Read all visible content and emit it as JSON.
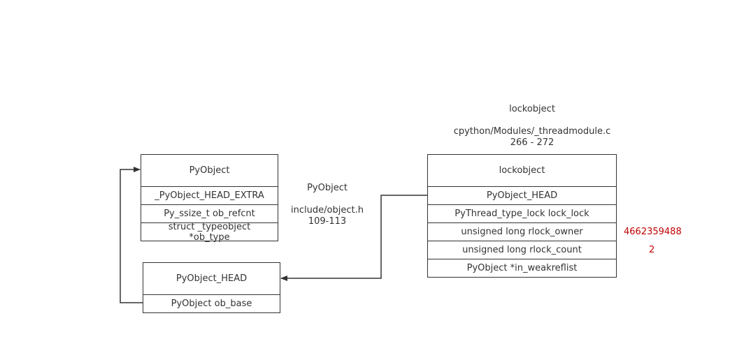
{
  "pyobject_box": {
    "header": "PyObject",
    "rows": [
      "_PyObject_HEAD_EXTRA",
      "Py_ssize_t ob_refcnt",
      "struct _typeobject\n*ob_type"
    ]
  },
  "pyobject_head_box": {
    "header": "PyObject_HEAD",
    "rows": [
      "PyObject ob_base"
    ]
  },
  "lockobject_box": {
    "header": "lockobject",
    "rows": [
      "PyObject_HEAD",
      "PyThread_type_lock lock_lock",
      "unsigned long rlock_owner",
      "unsigned long rlock_count",
      "PyObject *in_weakreflist"
    ]
  },
  "pyobject_label": {
    "name": "PyObject",
    "file": "include/object.h",
    "lines": "109-113"
  },
  "lockobject_label": {
    "name": "lockobject",
    "file": "cpython/Modules/_threadmodule.c",
    "lines": "266 - 272"
  },
  "annotations": {
    "rlock_owner_value": "4662359488",
    "rlock_count_value": "2",
    "color": "#c00000"
  },
  "line_color": "#333333"
}
